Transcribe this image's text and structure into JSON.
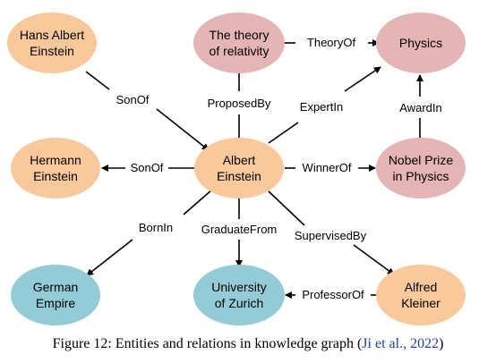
{
  "nodes": {
    "hans": {
      "lines": [
        "Hans Albert",
        "Einstein"
      ],
      "color": "#f9c89b"
    },
    "theory": {
      "lines": [
        "The theory",
        "of relativity"
      ],
      "color": "#e5b4b4"
    },
    "physics": {
      "lines": [
        "Physics"
      ],
      "color": "#e5b4b4"
    },
    "hermann": {
      "lines": [
        "Hermann",
        "Einstein"
      ],
      "color": "#f9c89b"
    },
    "albert": {
      "lines": [
        "Albert",
        "Einstein"
      ],
      "color": "#f9c89b"
    },
    "nobel": {
      "lines": [
        "Nobel Prize",
        "in Physics"
      ],
      "color": "#e5b4b4"
    },
    "german": {
      "lines": [
        "German",
        "Empire"
      ],
      "color": "#93ccd6"
    },
    "zurich": {
      "lines": [
        "University",
        "of Zurich"
      ],
      "color": "#93ccd6"
    },
    "alfred": {
      "lines": [
        "Alfred",
        "Kleiner"
      ],
      "color": "#f9c89b"
    }
  },
  "edges": {
    "son_of_hans": "SonOf",
    "theory_of": "TheoryOf",
    "proposed_by": "ProposedBy",
    "expert_in": "ExpertIn",
    "award_in": "AwardIn",
    "son_of_hermann": "SonOf",
    "winner_of": "WinnerOf",
    "born_in": "BornIn",
    "graduate_from": "GraduateFrom",
    "supervised_by": "SupervisedBy",
    "professor_of": "ProfessorOf"
  },
  "caption": {
    "text": "Figure 12: Entities and relations in knowledge graph (",
    "citation": "Ji et al., 2022",
    "end": ")"
  }
}
